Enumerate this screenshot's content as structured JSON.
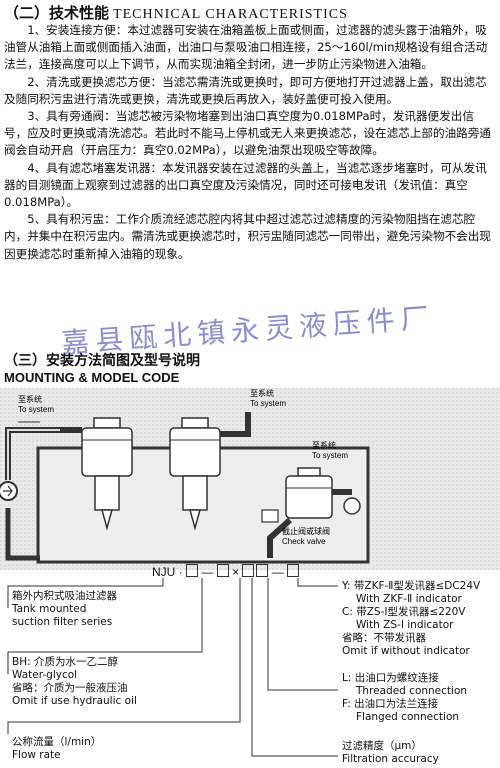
{
  "section2": {
    "title": "（二）技术性能",
    "title_en": "TECHNICAL CHARACTERISTICS",
    "paragraphs": [
      "1、安装连接方便：本过滤器可安装在油箱盖板上面或侧面，过滤器的滤头露于油箱外，吸油管从油箱上面或侧面插入油面，出油口与泵吸油口相连接，25～160l/min规格设有组合活动法兰，连接高度可以上下调节，从而实现油箱全封闭，进一步防止污染物进入油箱。",
      "2、清洗或更换滤芯方便：当滤芯需清洗或更换时，即可方便地打开过滤器上盖，取出滤芯及随同积污盅进行清洗或更换，清洗或更换后再放入，装好盖便可投入使用。",
      "3、具有旁通阀：当滤芯被污染物堵塞到出油口真空度为0.018MPa时，发讯器便发出信号，应及时更换或清洗滤芯。若此时不能马上停机或无人来更换滤芯，设在滤芯上部的油路旁通阀会自动开启（开启压力：真空0.02MPa），以避免油泵出现吸空等故障。",
      "4、具有滤芯堵塞发讯器：本发讯器安装在过滤器的头盖上，当滤芯逐步堵塞时，可从发讯器的目测镜面上观察到过滤器的出口真空度及污染情况，同时还可接电发讯（发讯值：真空0.018MPa）。",
      "5、具有积污盅：工作介质流经滤芯腔内将其中超过滤芯过滤精度的污染物阻挡在滤芯腔内，并集中在积污盅内。需清洗或更换滤芯时，积污盅随同滤芯一同带出，避免污染物不会出现因更换滤芯时重新掉入油箱的现象。"
    ]
  },
  "watermark": "嘉县瓯北镇永灵液压件厂",
  "section3": {
    "title": "（三）安装方法简图及型号说明",
    "title_en": "MOUNTING & MODEL CODE"
  },
  "diagram": {
    "to_system_cn": "至系统",
    "to_system_en": "To system",
    "check_valve_cn": "截止阀或球阀",
    "check_valve_en": "Check valve"
  },
  "model_code": {
    "prefix": "NJU",
    "dot": "·",
    "dash": "—",
    "times": "×",
    "left_labels": [
      {
        "lines": [
          "箱外内积式吸油过滤器",
          "Tank mounted",
          "suction filter series"
        ]
      },
      {
        "lines": [
          "BH: 介质为水一乙二醇",
          "Water-glycol",
          "省略：介质为一般液压油",
          "Omit if use hydraulic oil"
        ]
      },
      {
        "lines": [
          "公称流量（l/min）",
          "Flow rate"
        ]
      }
    ],
    "right_labels": [
      {
        "lines": [
          "Y: 带ZKF-Ⅱ型发讯器≤DC24V",
          "With ZKF-Ⅱ indicator",
          "C: 带ZS-Ⅰ型发讯器≤220V",
          "With ZS-Ⅰ indicator",
          "省略：不带发讯器",
          "Omit if without indicator"
        ]
      },
      {
        "lines": [
          "L: 出油口为螺纹连接",
          "Threaded connection",
          "F: 出油口为法兰连接",
          "Flanged connection"
        ]
      },
      {
        "lines": [
          "过滤精度（μm）",
          "Filtration accuracy"
        ]
      }
    ]
  }
}
